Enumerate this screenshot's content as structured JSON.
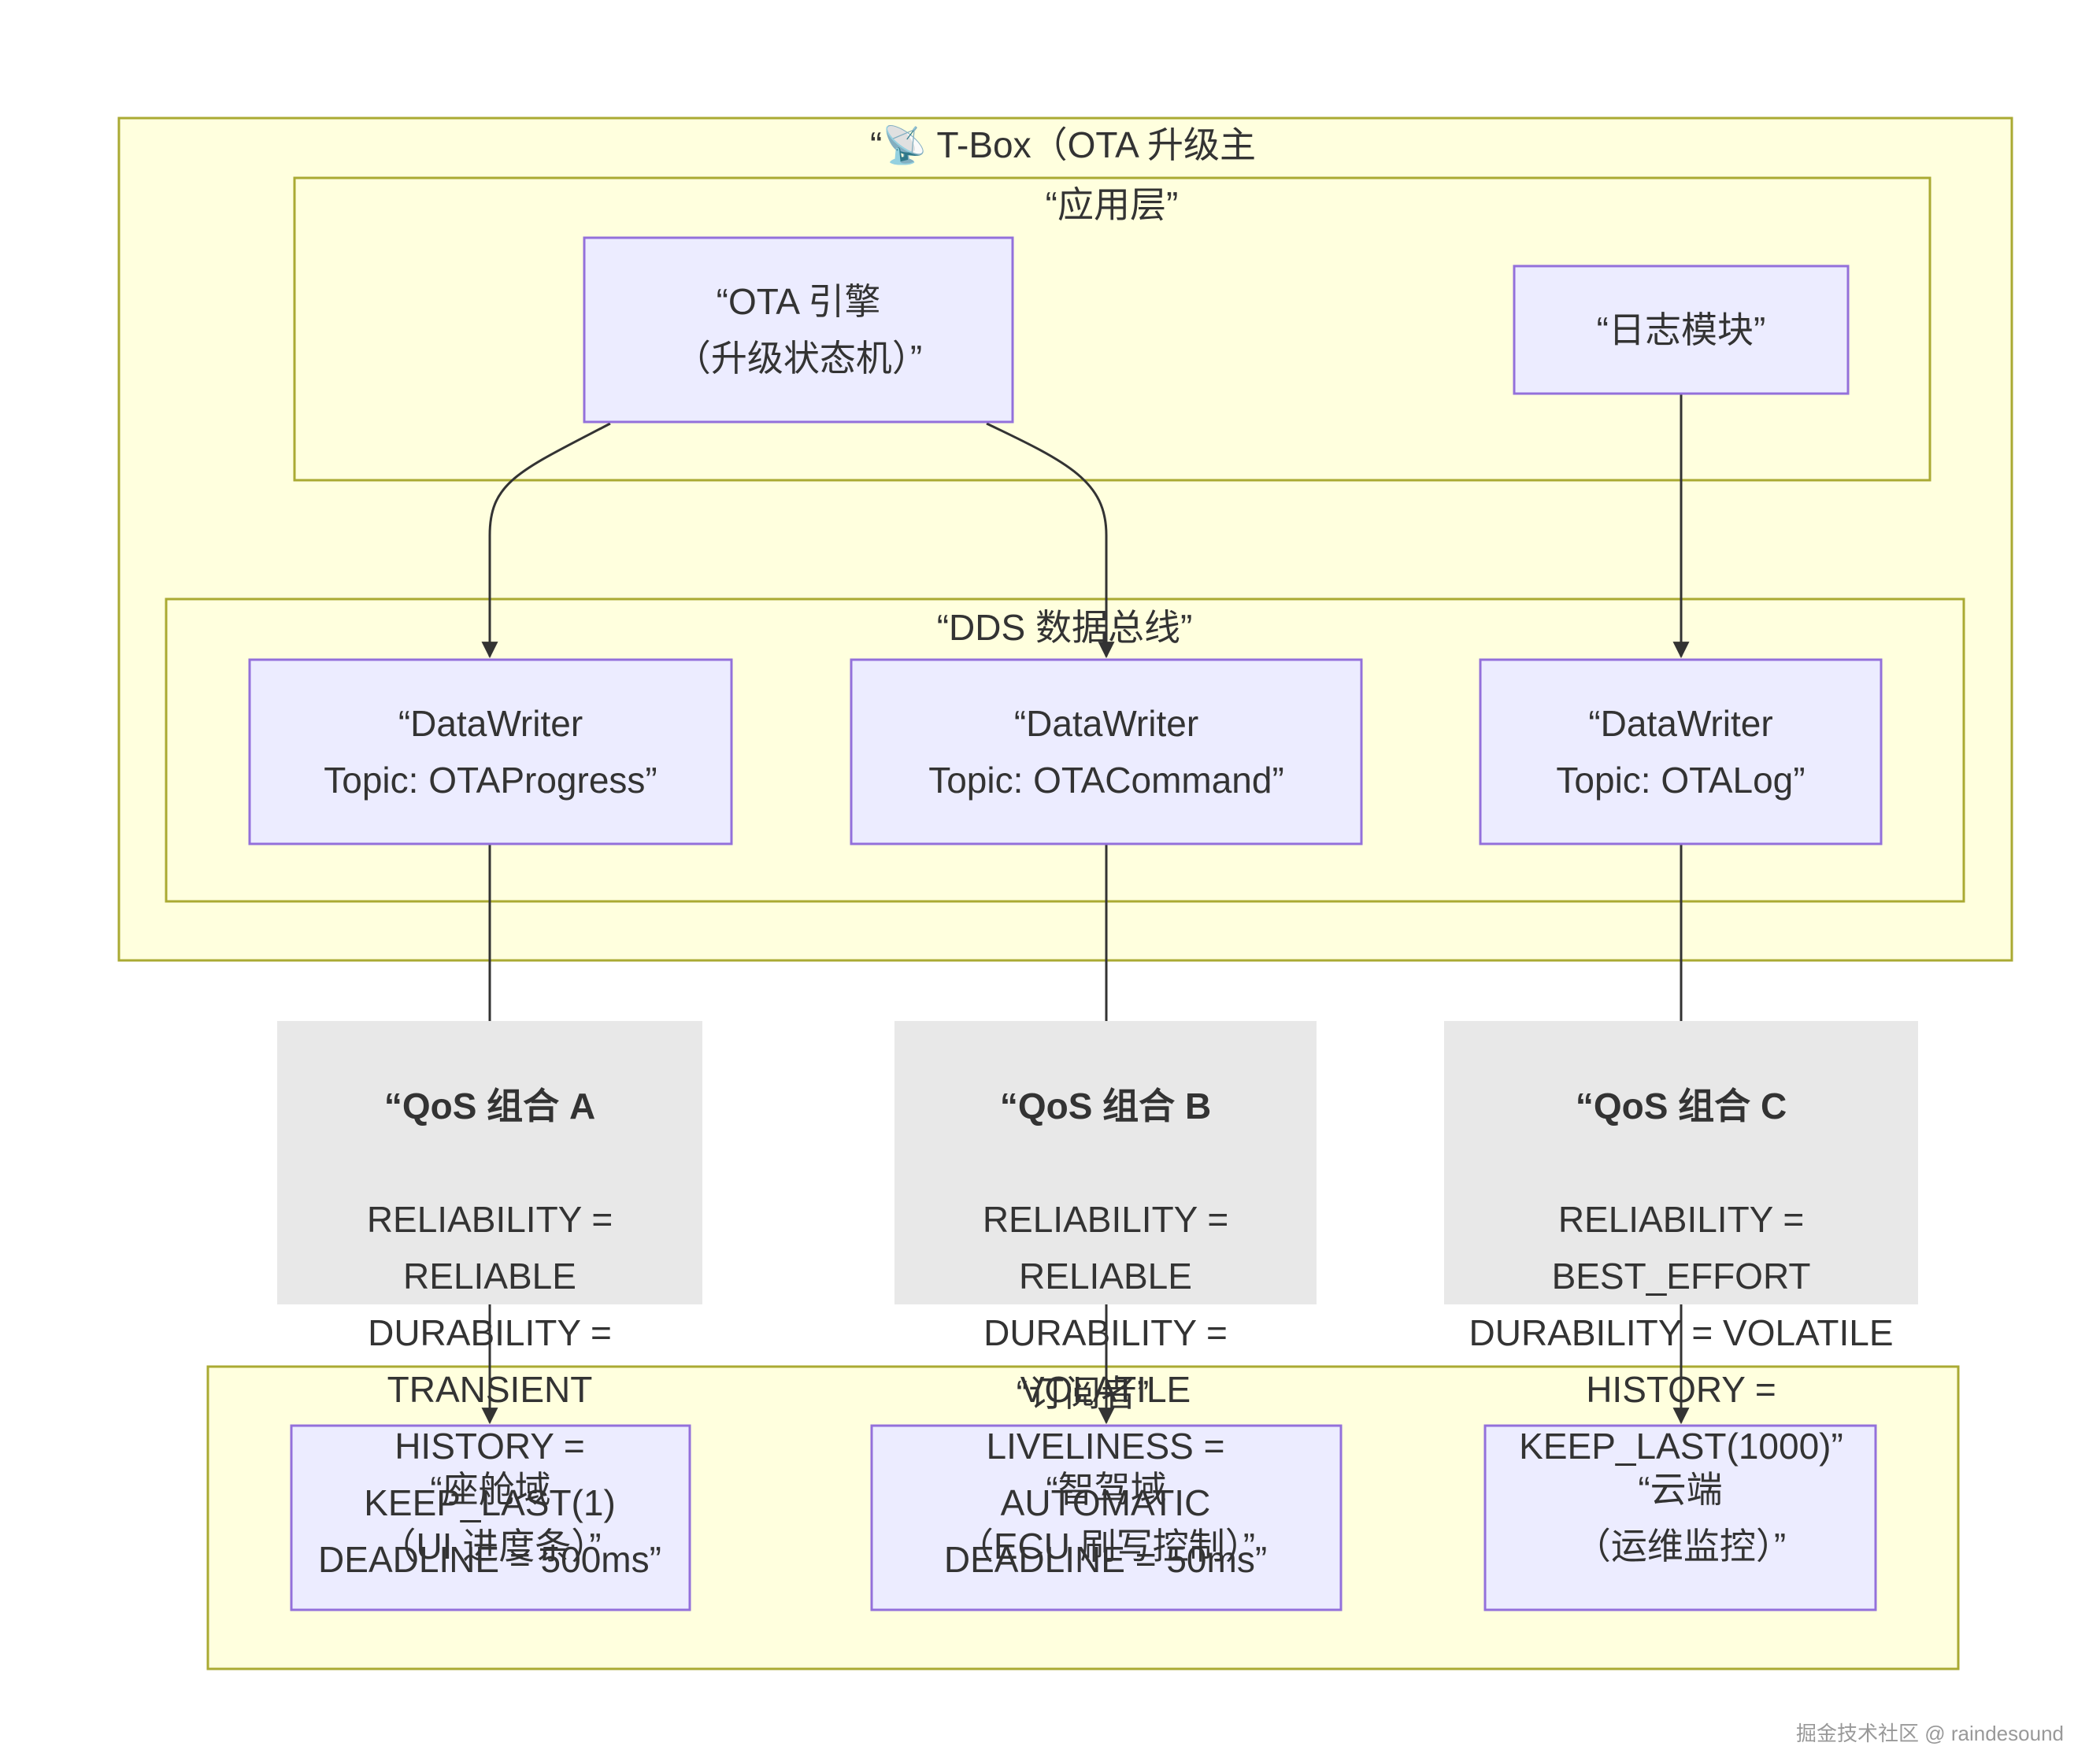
{
  "colors": {
    "cluster_fill": "#ffffde",
    "cluster_stroke": "#aaaa33",
    "node_fill": "#ececff",
    "node_stroke": "#9370db",
    "edge": "#333333",
    "label_bg": "#e8e8e8",
    "text": "#333333"
  },
  "clusters": {
    "tbox": "“📡 T-Box（OTA 升级主",
    "app_layer": "“应用层”",
    "dds_bus": "“DDS 数据总线”",
    "subscribers": "“订阅者”"
  },
  "nodes": {
    "ota_engine": "“OTA 引擎\n（升级状态机）”",
    "log_module": "“日志模块”",
    "writer_progress": "“DataWriter\nTopic: OTAProgress”",
    "writer_command": "“DataWriter\nTopic: OTACommand”",
    "writer_log": "“DataWriter\nTopic: OTALog”",
    "cockpit": "“座舱域\n（UI 进度条）”",
    "adas": "“智驾域\n（ECU 刷写控制）”",
    "cloud": "“云端\n（运维监控）”"
  },
  "qos": {
    "a": {
      "title": "“QoS 组合 A",
      "lines": "RELIABILITY = RELIABLE\nDURABILITY = TRANSIENT\nHISTORY = KEEP_LAST(1)\nDEADLINE = 500ms”"
    },
    "b": {
      "title": "“QoS 组合 B",
      "lines": "RELIABILITY = RELIABLE\nDURABILITY = VOLATILE\nLIVELINESS = AUTOMATIC\nDEADLINE = 50ms”"
    },
    "c": {
      "title": "“QoS 组合 C",
      "lines": "RELIABILITY = BEST_EFFORT\nDURABILITY = VOLATILE\nHISTORY =\nKEEP_LAST(1000)”"
    }
  },
  "watermark": "掘金技术社区 @ raindesound"
}
